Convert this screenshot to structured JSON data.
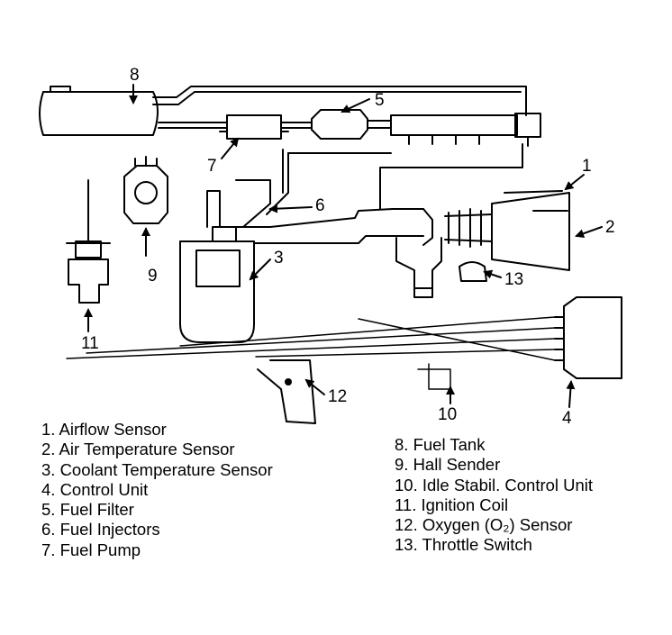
{
  "callouts": [
    "1",
    "2",
    "3",
    "4",
    "5",
    "6",
    "7",
    "8",
    "9",
    "10",
    "11",
    "12",
    "13"
  ],
  "legend": {
    "left": [
      "1. Airflow Sensor",
      "2. Air Temperature Sensor",
      "3. Coolant Temperature Sensor",
      "4. Control Unit",
      "5. Fuel Filter",
      "6. Fuel Injectors",
      "7. Fuel Pump"
    ],
    "right": [
      "8. Fuel Tank",
      "9. Hall Sender",
      "10. Idle Stabil. Control Unit",
      "11. Ignition Coil",
      "12. Oxygen (O₂) Sensor",
      "13. Throttle Switch"
    ]
  }
}
